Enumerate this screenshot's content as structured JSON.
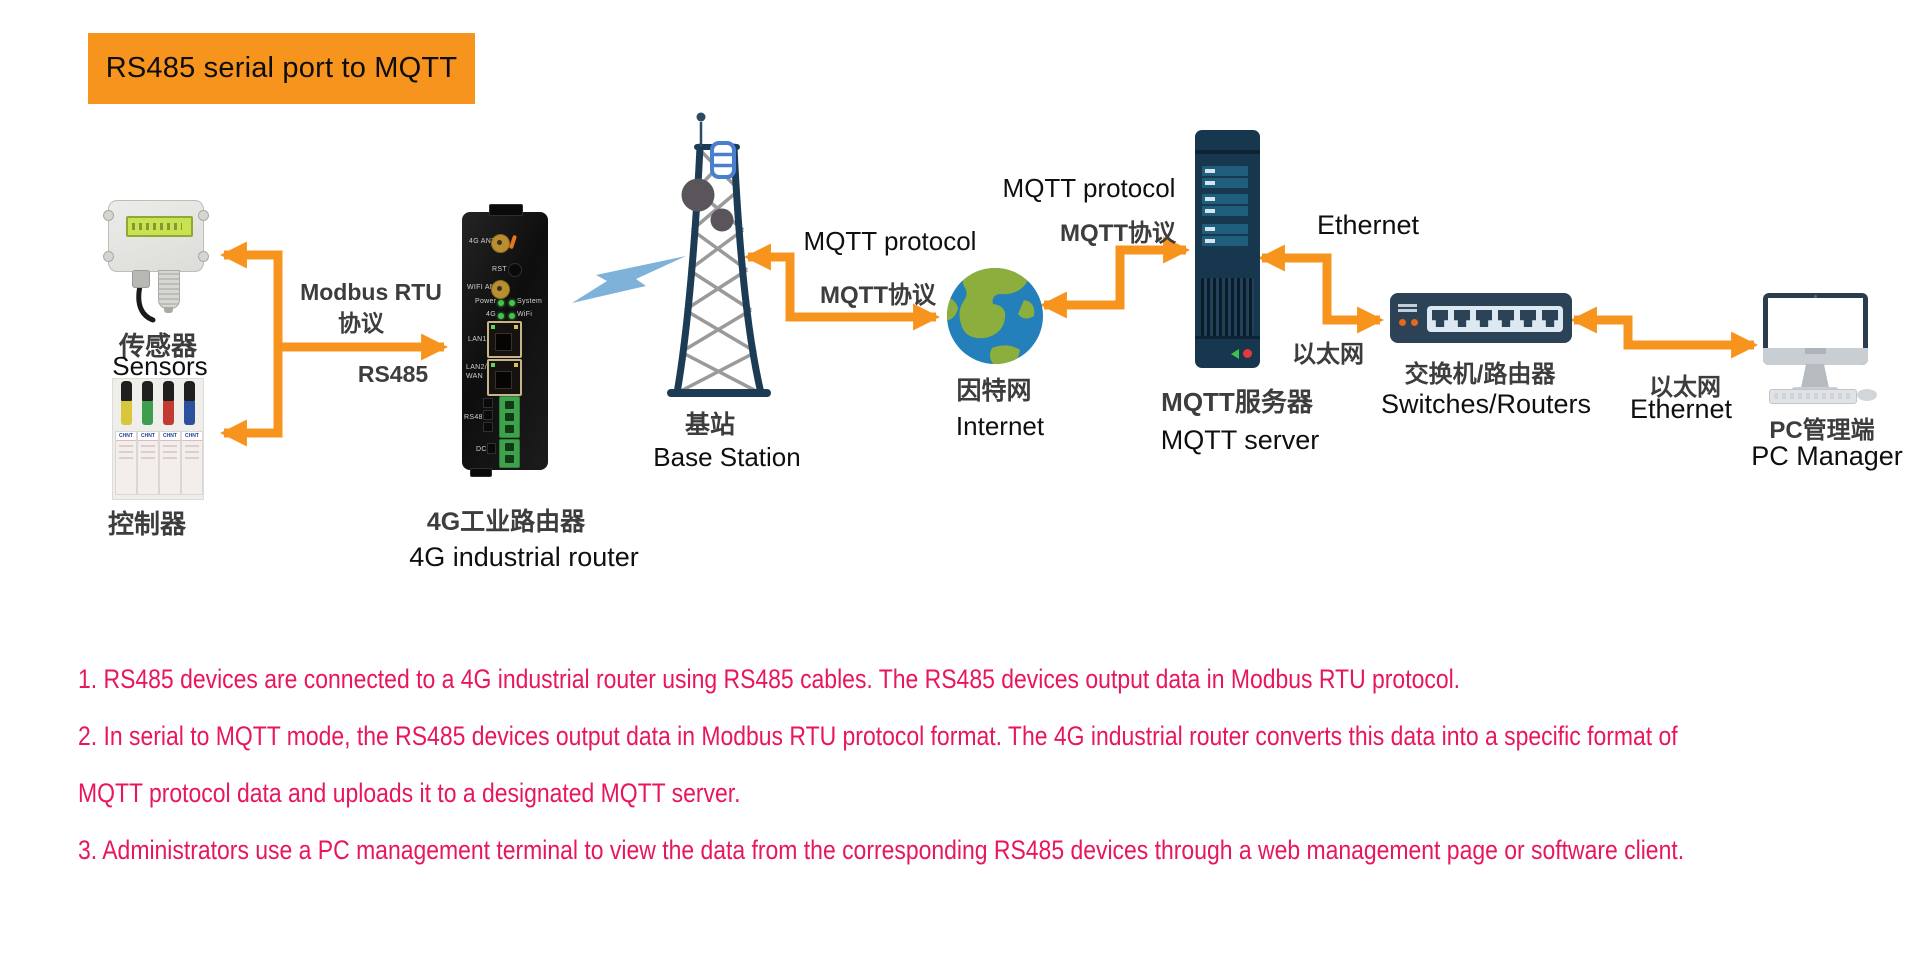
{
  "title_banner": {
    "label": "RS485 serial port to MQTT"
  },
  "nodes": {
    "sensors": {
      "label_zh": "传感器",
      "label_en": "Sensors"
    },
    "controller": {
      "label_zh": "控制器",
      "brand": "CHNT"
    },
    "router": {
      "label_zh": "4G工业路由器",
      "label_en": "4G industrial router",
      "panel": {
        "ant_4g": "4G ANT",
        "rst": "RST",
        "ant_wifi": "WIFI ANT",
        "led_power": "Power",
        "led_system": "System",
        "led_4g": "4G",
        "led_wifi": "WiFi",
        "port_lan1": "LAN1",
        "port_lan2_line1": "LAN2/",
        "port_lan2_line2": "WAN",
        "rs485": "RS485",
        "dc": "DC"
      }
    },
    "base_station": {
      "label_zh": "基站",
      "label_en": "Base Station"
    },
    "internet": {
      "label_zh": "因特网",
      "label_en": "Internet"
    },
    "mqtt_server": {
      "label_zh": "MQTT服务器",
      "label_en": "MQTT server"
    },
    "switch": {
      "label_zh": "交换机/路由器",
      "label_en": "Switches/Routers"
    },
    "pc": {
      "label_zh": "PC管理端",
      "label_en": "PC Manager"
    }
  },
  "connections": {
    "modbus_title": "Modbus RTU",
    "modbus_sub": "协议",
    "modbus_rs485": "RS485",
    "mqtt_left": {
      "en": "MQTT protocol",
      "zh": "MQTT协议"
    },
    "mqtt_right": {
      "en": "MQTT protocol",
      "zh": "MQTT协议"
    },
    "ethernet_left": {
      "en": "Ethernet",
      "zh": "以太网"
    },
    "ethernet_right": {
      "zh": "以太网",
      "en": "Ethernet"
    }
  },
  "notes": [
    "1. RS485 devices are connected to a 4G industrial router using RS485 cables. The RS485 devices output data in Modbus RTU protocol.",
    "2. In serial to MQTT mode, the RS485 devices output data in Modbus RTU protocol format. The 4G industrial router converts this data into a specific format of",
    "MQTT protocol data and uploads it to a designated MQTT server.",
    "3. Administrators use a PC management terminal to view the data from the corresponding RS485 devices through a web management page or software client."
  ],
  "colors": {
    "accent_orange": "#F7941E",
    "note_pink": "#E8175D",
    "device_navy": "#17374E",
    "globe_blue": "#2380BA",
    "globe_green": "#8CAE3C",
    "bolt_blue": "#7FB2D8"
  }
}
